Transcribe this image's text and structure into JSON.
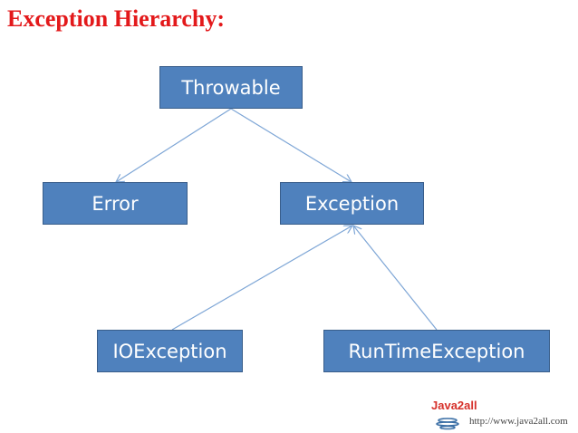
{
  "title": "Exception Hierarchy:",
  "colors": {
    "title": "#e3191b",
    "node_fill": "#4f81bd",
    "node_border": "#385d8a",
    "edge": "#7ea6d6"
  },
  "nodes": {
    "throwable": "Throwable",
    "error": "Error",
    "exception": "Exception",
    "ioexception": "IOException",
    "runtimeexception": "RunTimeException"
  },
  "edges": [
    {
      "from": "Throwable",
      "to": "Error"
    },
    {
      "from": "Throwable",
      "to": "Exception"
    },
    {
      "from": "IOException",
      "to": "Exception"
    },
    {
      "from": "RunTimeException",
      "to": "Exception"
    }
  ],
  "footer": {
    "logo_text": "Java2all",
    "url": "http://www.java2all.com"
  }
}
